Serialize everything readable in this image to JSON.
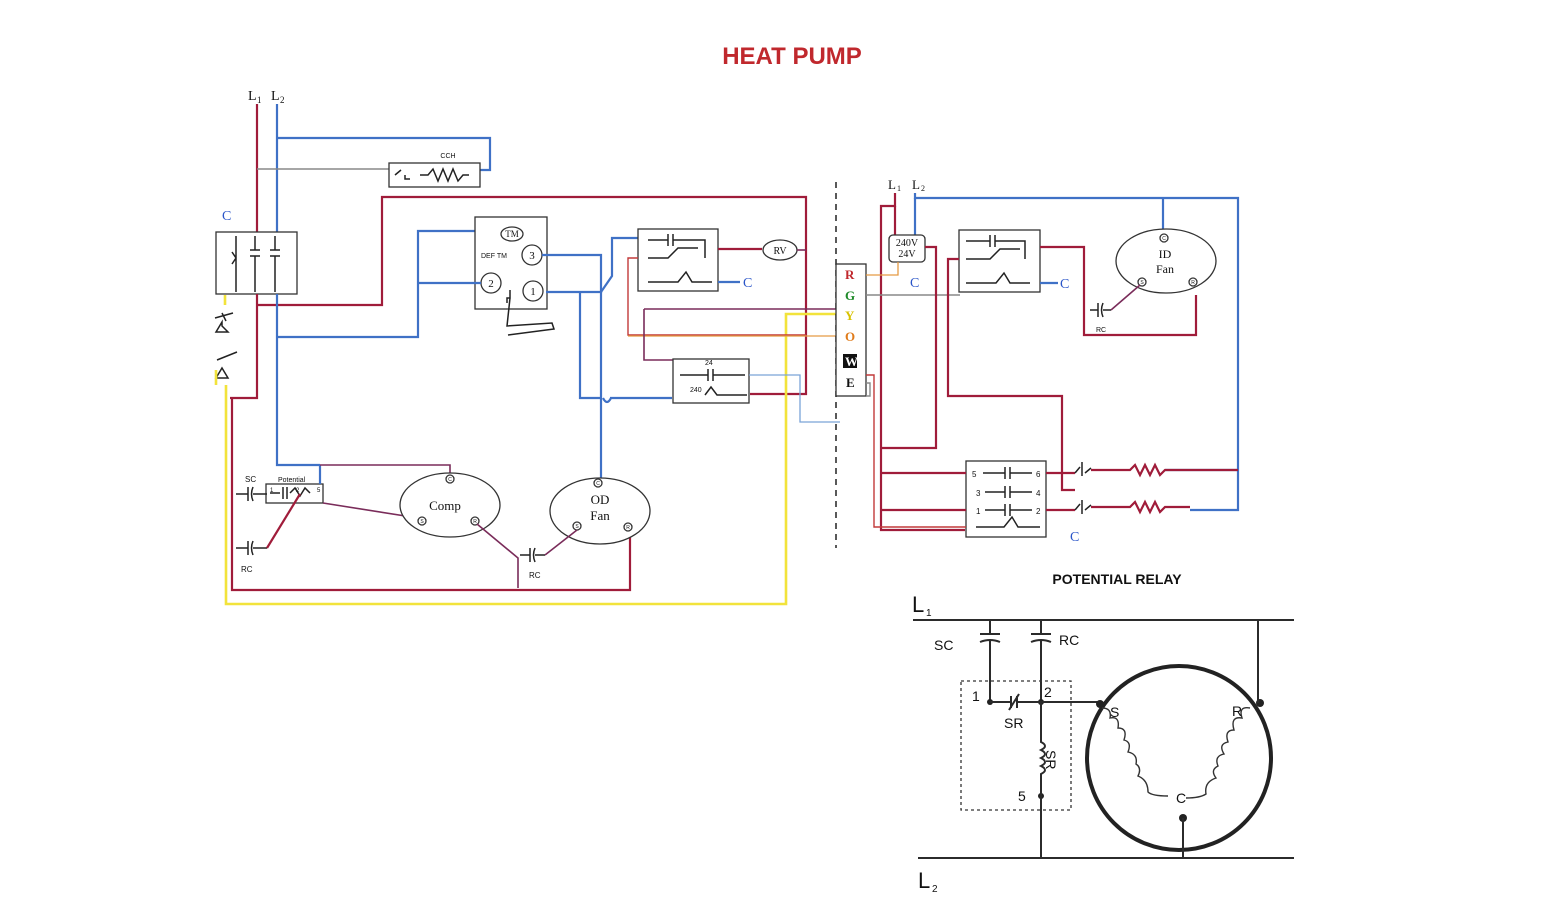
{
  "title": "HEAT PUMP",
  "outdoor": {
    "l1": "L",
    "l1_sub": "1",
    "l2": "L",
    "l2_sub": "2",
    "cch": "CCH",
    "c_contactor": "C",
    "def_tm": "DEF TM",
    "tm": "TM",
    "t3": "3",
    "t2": "2",
    "t1": "1",
    "rv": "RV",
    "c_relay": "C",
    "sc": "SC",
    "potential": "Potential",
    "pot_pins": "1",
    "pot_pin2": "2",
    "pot_pin5": "5",
    "rc_left": "RC",
    "comp": "Comp",
    "comp_c": "C",
    "comp_s": "S",
    "comp_r": "R",
    "od_fan_1": "OD",
    "od_fan_2": "Fan",
    "od_c": "C",
    "od_s": "S",
    "od_r": "R",
    "rc_bottom": "RC",
    "xfmr_24": "24",
    "xfmr_240": "240"
  },
  "terminals": {
    "r": "R",
    "g": "G",
    "y": "Y",
    "o": "O",
    "w": "W",
    "e": "E"
  },
  "terminal_colors": {
    "r": "#c0282d",
    "g": "#1f8a2a",
    "y": "#d8c200",
    "o": "#e07b1a",
    "w": "#ffffff",
    "e": "#111111"
  },
  "indoor": {
    "l1": "L",
    "l1_sub": "1",
    "l2": "L",
    "l2_sub": "2",
    "xfmr_240v": "240V",
    "xfmr_24v": "24V",
    "c_xfmr": "C",
    "c_relay": "C",
    "id_fan_1": "ID",
    "id_fan_2": "Fan",
    "id_c": "C",
    "id_s": "S",
    "id_r": "R",
    "rc": "RC",
    "seq_5": "5",
    "seq_6": "6",
    "seq_3": "3",
    "seq_4": "4",
    "seq_1": "1",
    "seq_2": "2",
    "c_seq": "C"
  },
  "potential_relay": {
    "title": "POTENTIAL RELAY",
    "l1": "L",
    "l1_sub": "1",
    "l2": "L",
    "l2_sub": "2",
    "sc": "SC",
    "rc": "RC",
    "pin1": "1",
    "pin2": "2",
    "pin5": "5",
    "sr_contact": "SR",
    "sr_coil": "SR",
    "s": "S",
    "r": "R",
    "c": "C"
  }
}
